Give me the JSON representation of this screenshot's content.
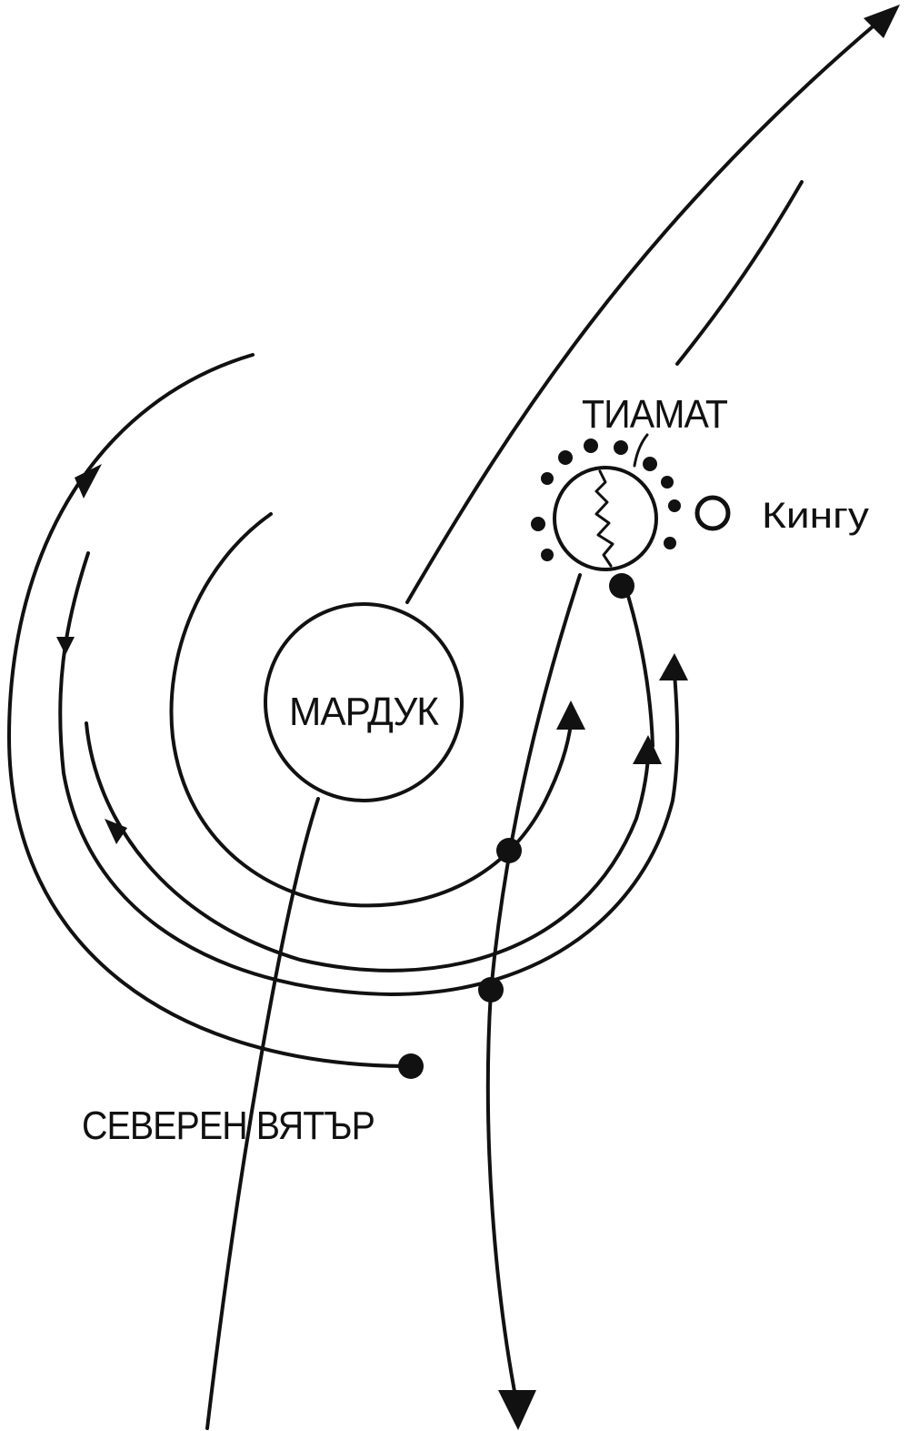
{
  "labels": {
    "marduk": "МАРДУК",
    "tiamat": "ТИАМАТ",
    "kingu": "Кингу",
    "north_wind": "СЕВЕРЕН ВЯТЪР"
  },
  "colors": {
    "ink": "#111111",
    "paper": "#ffffff"
  }
}
